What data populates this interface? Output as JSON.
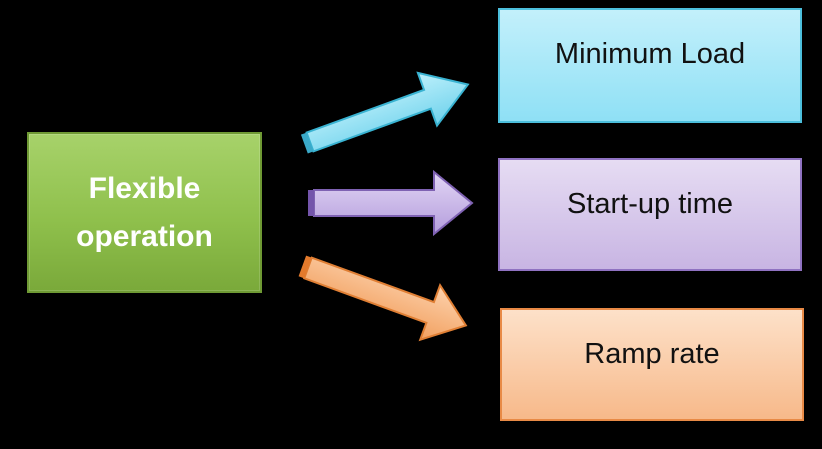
{
  "source": {
    "label": "Flexible operation",
    "color": "#8fc04c"
  },
  "targets": [
    {
      "label": "Minimum Load",
      "color": "#8fe0f5",
      "arrow_color": "#8adff2"
    },
    {
      "label": "Start-up time",
      "color": "#c8b5e3",
      "arrow_color": "#c9b5ea"
    },
    {
      "label": "Ramp rate",
      "color": "#f7b98a",
      "arrow_color": "#f6b27c"
    }
  ]
}
